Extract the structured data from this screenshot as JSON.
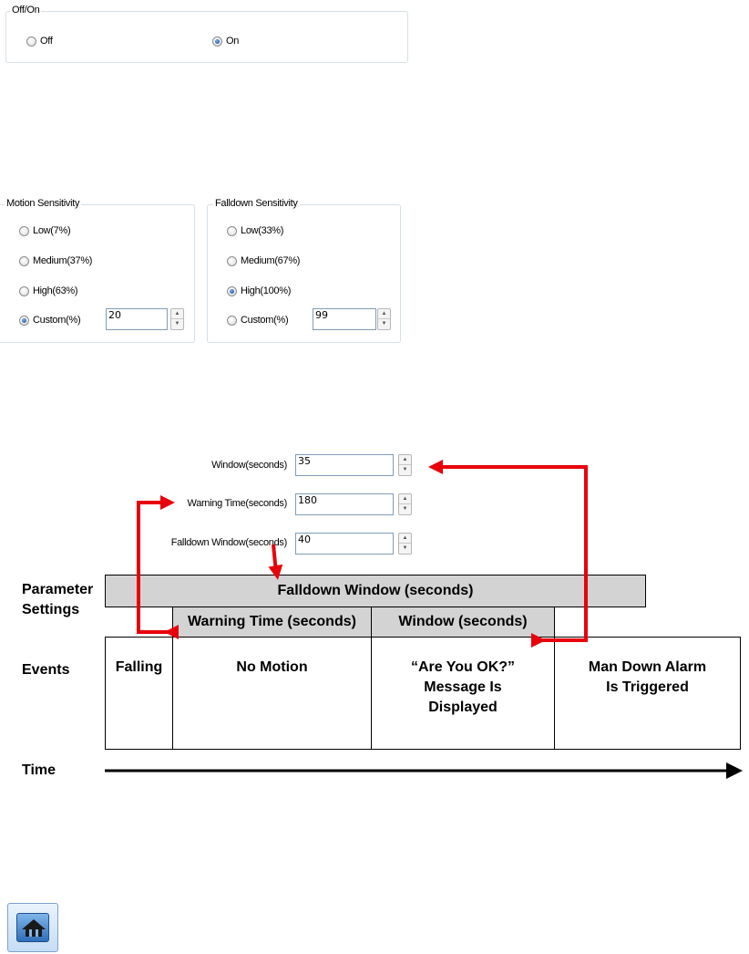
{
  "onoff": {
    "title": "Off/On",
    "options": [
      {
        "label": "Off",
        "checked": false
      },
      {
        "label": "On",
        "checked": true
      }
    ]
  },
  "motion": {
    "title": "Motion Sensitivity",
    "options": [
      {
        "label": "Low(7%)",
        "checked": false
      },
      {
        "label": "Medium(37%)",
        "checked": false
      },
      {
        "label": "High(63%)",
        "checked": false
      },
      {
        "label": "Custom(%)",
        "checked": true
      }
    ],
    "custom_value": "20"
  },
  "falldown": {
    "title": "Falldown Sensitivity",
    "options": [
      {
        "label": "Low(33%)",
        "checked": false
      },
      {
        "label": "Medium(67%)",
        "checked": false
      },
      {
        "label": "High(100%)",
        "checked": true
      },
      {
        "label": "Custom(%)",
        "checked": false
      }
    ],
    "custom_value": "99"
  },
  "timers": {
    "window_label": "Window(seconds)",
    "window_value": "35",
    "warning_label": "Warning Time(seconds)",
    "warning_value": "180",
    "falldown_window_label": "Falldown Window(seconds)",
    "falldown_window_value": "40"
  },
  "diagram": {
    "param_label_line1": "Parameter",
    "param_label_line2": "Settings",
    "events_label": "Events",
    "time_label": "Time",
    "bar_falldown_window": "Falldown Window (seconds)",
    "bar_warning_time": "Warning Time (seconds)",
    "bar_window": "Window (seconds)",
    "event_falling": "Falling",
    "event_no_motion": "No Motion",
    "event_are_you_ok": [
      "“Are You OK?”",
      "Message Is",
      "Displayed"
    ],
    "event_alarm": [
      "Man Down Alarm",
      "Is Triggered"
    ],
    "arrow_color": "#e8000b"
  },
  "home_button": {
    "icon": "home-icon"
  }
}
